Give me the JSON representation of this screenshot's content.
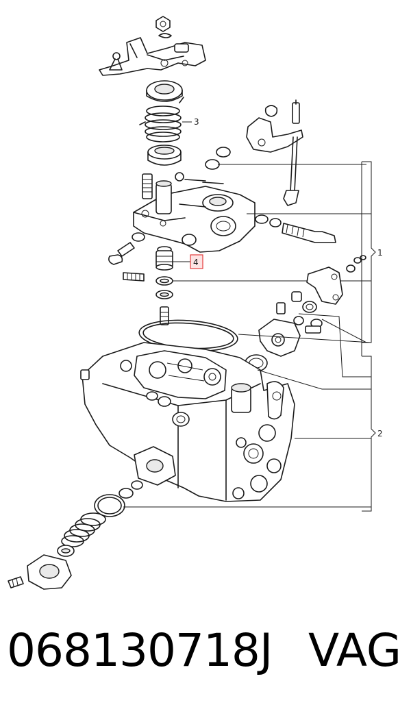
{
  "diagram": {
    "callouts": [
      {
        "label": "1"
      },
      {
        "label": "2"
      },
      {
        "label": "3"
      },
      {
        "label": "4"
      }
    ],
    "highlight_color": "#e33b3b",
    "highlight_fill": "#fde4e4"
  },
  "footer": {
    "part_number": "068130718J",
    "brand": "VAG"
  }
}
